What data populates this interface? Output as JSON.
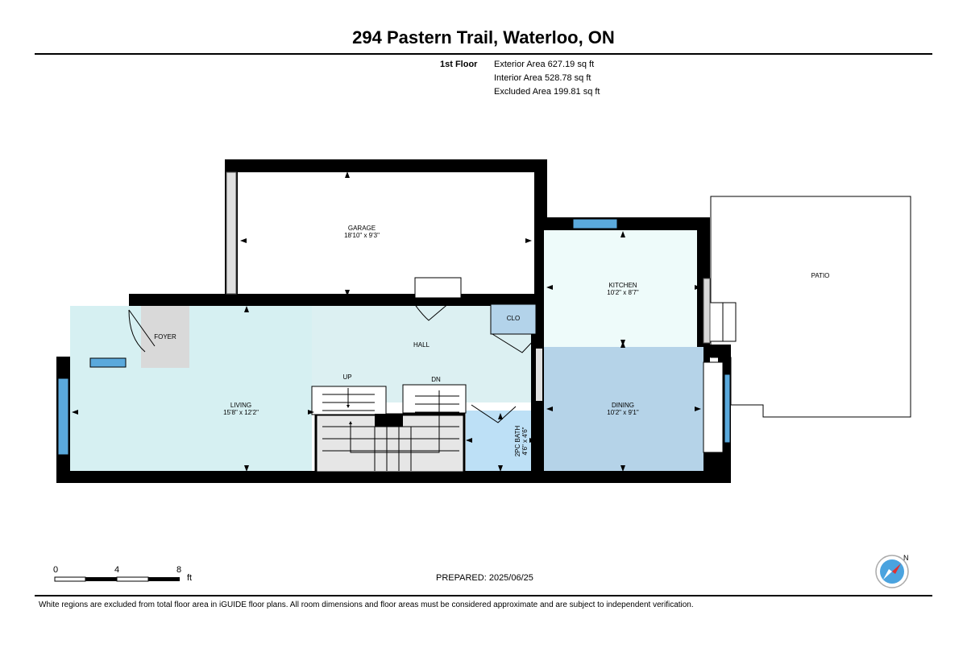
{
  "header": {
    "title": "294 Pastern Trail, Waterloo, ON"
  },
  "areas": {
    "floor": "1st Floor",
    "exterior": {
      "label": "Exterior Area",
      "value": "627.19 sq ft"
    },
    "interior": {
      "label": "Interior Area",
      "value": "528.78 sq ft"
    },
    "excluded": {
      "label": "Excluded Area",
      "value": "199.81 sq ft"
    }
  },
  "rooms": {
    "garage": {
      "name": "GARAGE",
      "dims": "18'10\" x 9'3\""
    },
    "kitchen": {
      "name": "KITCHEN",
      "dims": "10'2\" x 8'7\""
    },
    "patio": {
      "name": "PATIO"
    },
    "clo": {
      "name": "CLO"
    },
    "foyer": {
      "name": "FOYER"
    },
    "hall": {
      "name": "HALL"
    },
    "living": {
      "name": "LIVING",
      "dims": "15'8\" x 12'2\""
    },
    "dining": {
      "name": "DINING",
      "dims": "10'2\" x 9'1\""
    },
    "bath": {
      "name": "2PC BATH",
      "dims": "4'6\" x 4'6\""
    },
    "stairs_up": "UP",
    "stairs_down": "DN"
  },
  "colors": {
    "wall": "#000000",
    "living": "#d6f0f2",
    "hall": "#dcf0f2",
    "foyer": "#d9d9d9",
    "kitchen": "#eefbfa",
    "dining": "#b5d3e8",
    "clo": "#b3d3ea",
    "bath": "#bde0f6",
    "window": "#5aa9dc",
    "stairs": "#e6e6e6"
  },
  "scale": {
    "ticks": [
      "0",
      "4",
      "8"
    ],
    "unit": "ft"
  },
  "footer": {
    "prepared_label": "PREPARED:",
    "prepared_date": "2025/06/25",
    "disclaimer": "White regions are excluded from total floor area in iGUIDE floor plans. All room dimensions and floor areas must be considered approximate and are subject to independent verification."
  },
  "compass": {
    "north": "N"
  }
}
